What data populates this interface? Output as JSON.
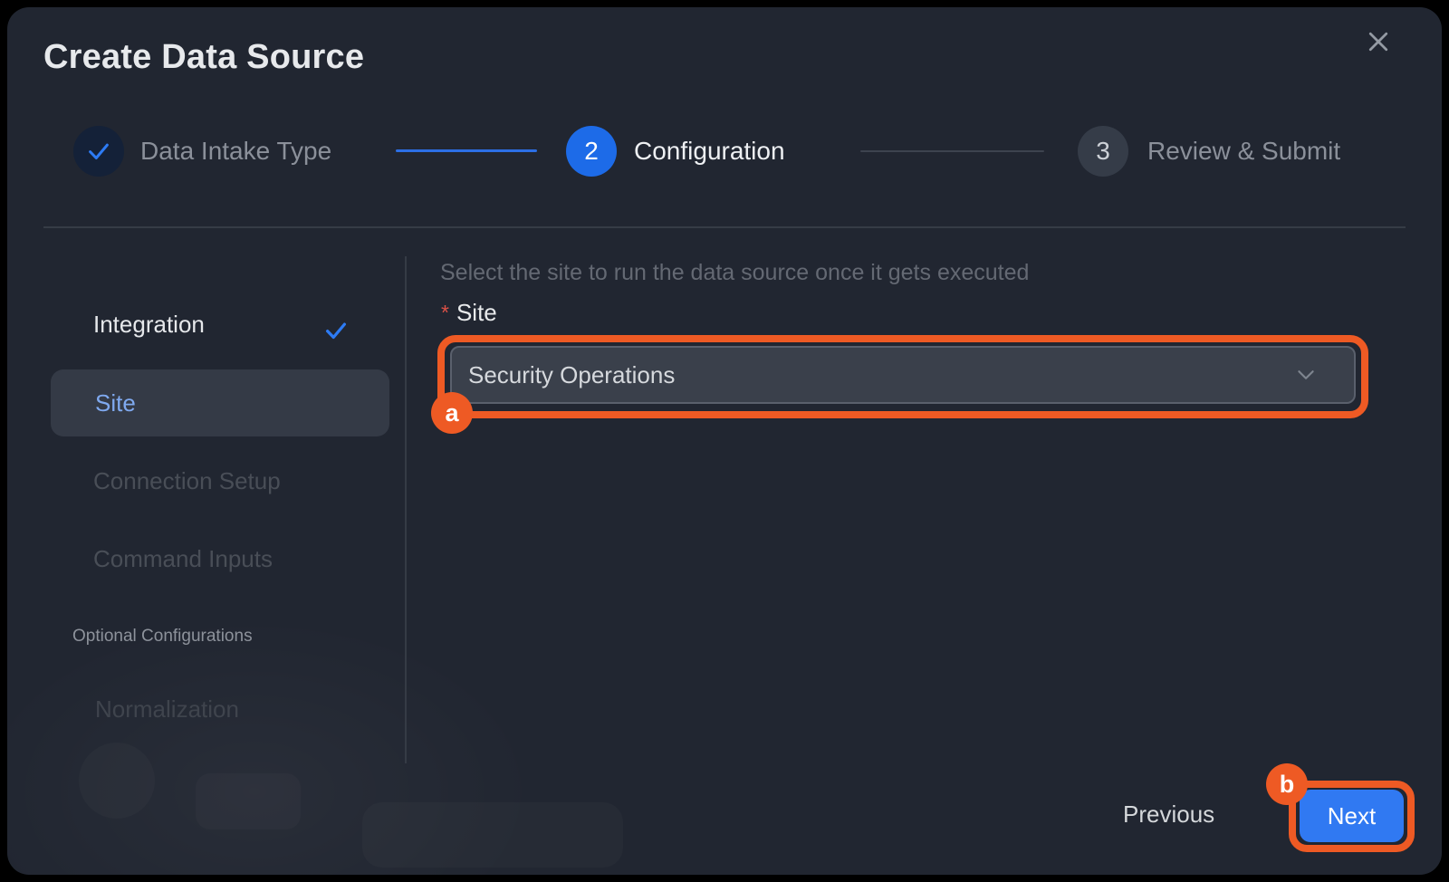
{
  "modal": {
    "title": "Create Data Source"
  },
  "stepper": {
    "steps": [
      {
        "label": "Data Intake Type",
        "status": "completed"
      },
      {
        "number": "2",
        "label": "Configuration",
        "status": "active"
      },
      {
        "number": "3",
        "label": "Review & Submit",
        "status": "upcoming"
      }
    ]
  },
  "sidebar": {
    "steps": [
      {
        "label": "Integration",
        "status": "completed"
      },
      {
        "label": "Site",
        "status": "active"
      },
      {
        "label": "Connection Setup",
        "status": "upcoming"
      },
      {
        "label": "Command Inputs",
        "status": "upcoming"
      }
    ],
    "optional_section": {
      "label": "Optional Configurations",
      "items": [
        {
          "label": "Normalization"
        }
      ]
    }
  },
  "content": {
    "description": "Select the site to run the data source once it gets executed",
    "site_field": {
      "required_marker": "*",
      "label": "Site",
      "selected_value": "Security Operations"
    }
  },
  "footer": {
    "previous_label": "Previous",
    "next_label": "Next"
  },
  "annotations": {
    "a_label": "a",
    "b_label": "b"
  },
  "icons": {
    "close_icon": "✕",
    "check_icon": "✓",
    "chevron_down_icon": "⌄"
  },
  "colors": {
    "accent_orange": "#EE5A24",
    "active_step_blue": "#1D6BE8",
    "primary_button_blue": "#3079F2",
    "selected_item_blue": "#7FA9EF",
    "required_red": "#DD5147",
    "modal_background": "#212631"
  }
}
